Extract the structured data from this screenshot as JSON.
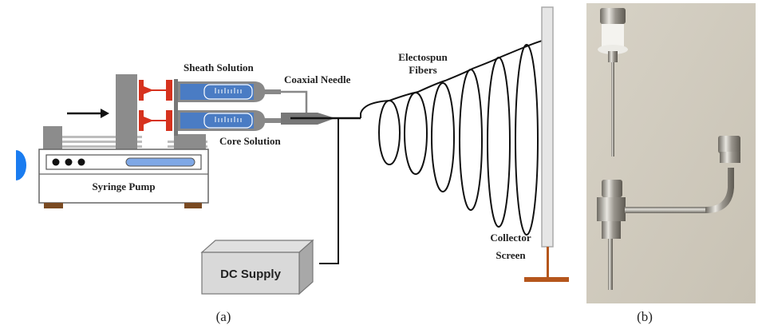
{
  "figure": {
    "panel_a": {
      "caption": "(a)",
      "labels": {
        "sheath_solution": "Sheath Solution",
        "coaxial_needle": "Coaxial Needle",
        "core_solution": "Core Solution",
        "syringe_pump": "Syringe Pump",
        "fibers_line1": "Electospun",
        "fibers_line2": "Fibers",
        "collector_line1": "Collector",
        "collector_line2": "Screen",
        "dc_supply": "DC Supply"
      },
      "fiber_loops": 6
    },
    "panel_b": {
      "caption": "(b)",
      "description": "Photograph of coaxial needle assembly"
    },
    "colors": {
      "plunger_red": "#d6321e",
      "syringe_blue": "#4a7cc4",
      "pump_gray": "#8c8c8c",
      "collector_stand_brown": "#b5561c",
      "photo_background": "#cfc9bb",
      "side_tab_blue": "#1a7cf0"
    }
  }
}
